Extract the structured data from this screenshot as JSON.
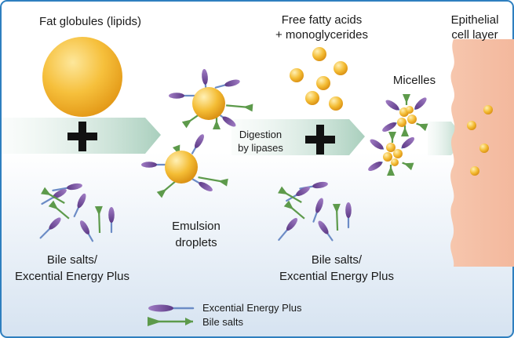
{
  "labels": {
    "fat_globules": "Fat globules (lipids)",
    "free_fatty_acids_l1": "Free fatty acids",
    "free_fatty_acids_l2": "+ monoglycerides",
    "epithelial_l1": "Epithelial",
    "epithelial_l2": "cell layer",
    "micelles": "Micelles",
    "digestion_l1": "Digestion",
    "digestion_l2": "by lipases",
    "emulsion_l1": "Emulsion",
    "emulsion_l2": "droplets",
    "bile_left_l1": "Bile salts/",
    "bile_left_l2": "Excential Energy Plus",
    "bile_mid_l1": "Bile salts/",
    "bile_mid_l2": "Excential Energy Plus"
  },
  "legend": {
    "item1": "Excential Energy Plus",
    "item2": "Bile salts"
  },
  "colors": {
    "border": "#2e7fbf",
    "background_blue": "#dde8f3",
    "arrow_green": "#b9d8c9",
    "fat_yellow": "#f2b52c",
    "epithelial_pink": "#f6c3a8",
    "excential_purple": "#7e52a3",
    "bile_green": "#5d9a4b",
    "rod_blue": "#6c8cc6"
  }
}
